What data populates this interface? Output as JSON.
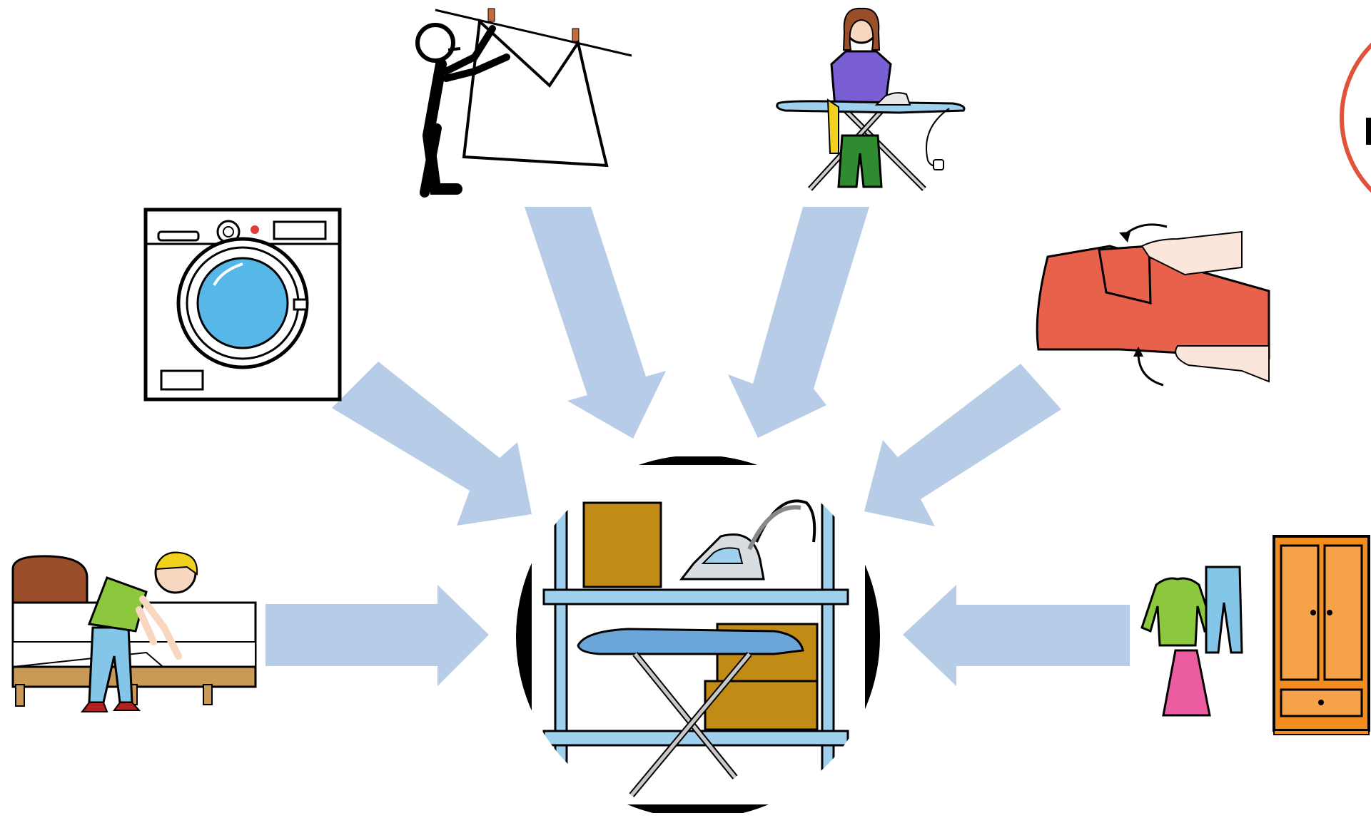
{
  "diagram": {
    "arrow_color": "#b7cce6",
    "center": {
      "icon": "laundry-room-shelf-with-iron-and-ironing-board-icon"
    },
    "nodes": [
      {
        "id": "washing-machine",
        "icon": "washing-machine-icon"
      },
      {
        "id": "hang-laundry",
        "icon": "person-hanging-laundry-icon"
      },
      {
        "id": "ironing",
        "icon": "person-ironing-icon"
      },
      {
        "id": "fold-clothes",
        "icon": "folding-shirt-icon"
      },
      {
        "id": "make-bed",
        "icon": "person-making-bed-icon"
      },
      {
        "id": "put-away-clothes",
        "icon": "clothes-and-wardrobe-icon"
      },
      {
        "id": "partial-circle-badge",
        "icon": "red-circle-badge-icon"
      }
    ]
  },
  "colors": {
    "orange": "#f28c1f",
    "brown_box": "#c18b16",
    "light_blue": "#9fd0ee",
    "red_shirt": "#e8614a",
    "purple_shirt": "#7a5fd4",
    "green": "#2f8b2f"
  }
}
